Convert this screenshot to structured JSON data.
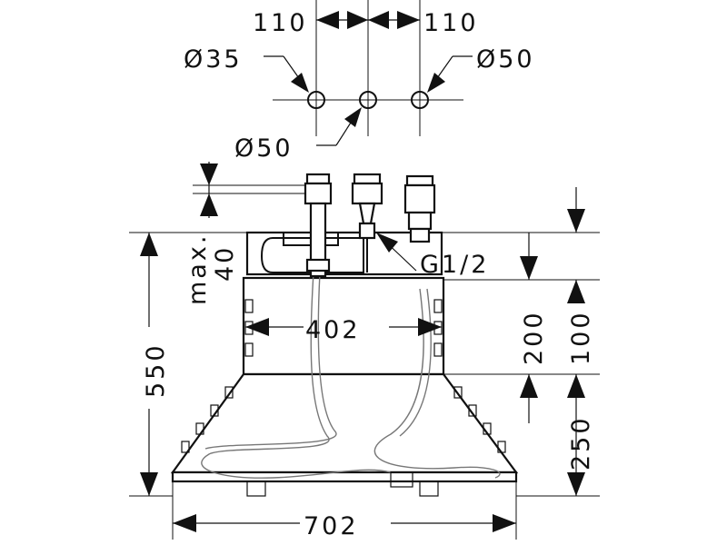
{
  "dimensions": {
    "top_left_spacing": "110",
    "top_right_spacing": "110",
    "hole_left_diameter": "Ø35",
    "hole_right_diameter": "Ø50",
    "hole_center_diameter": "Ø50",
    "max_depth": "max.",
    "max_depth_value": "40",
    "thread": "G1/2",
    "inner_width": "402",
    "total_height": "550",
    "upper_height": "200",
    "upper_offset": "100",
    "lower_height": "250",
    "total_width": "702"
  },
  "colors": {
    "line": "#111111",
    "hose": "#777777",
    "background": "#ffffff"
  }
}
